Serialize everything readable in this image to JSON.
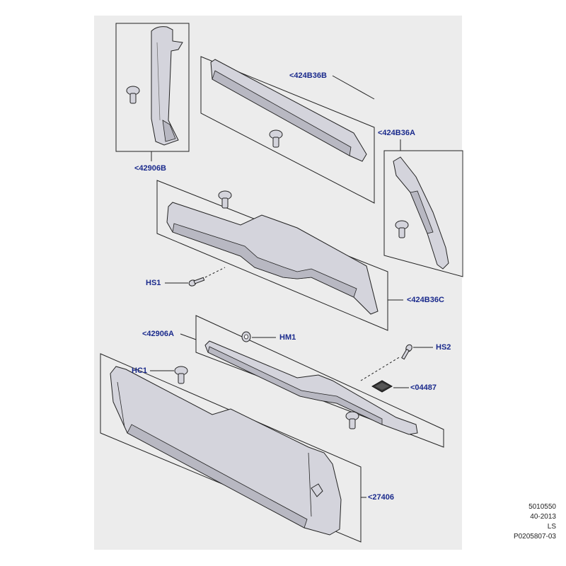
{
  "callouts": {
    "c42906B": "<42906B",
    "c424B36B": "<424B36B",
    "c424B36A": "<424B36A",
    "c424B36C": "<424B36C",
    "cHS1": "HS1",
    "c42906A": "<42906A",
    "cHM1": "HM1",
    "cHS2": "HS2",
    "cHC1": "HC1",
    "c04487": "<04487",
    "c27406": "<27406"
  },
  "meta": {
    "line1": "5010550",
    "line2": "40-2013",
    "line3": "LS",
    "line4": "P0205807-03"
  },
  "colors": {
    "background": "#ffffff",
    "diagram_panel": "#ececec",
    "part_fill": "#d4d4dc",
    "part_shade": "#b8b8c2",
    "outline": "#222222",
    "callout_text": "#1a2a8c"
  }
}
